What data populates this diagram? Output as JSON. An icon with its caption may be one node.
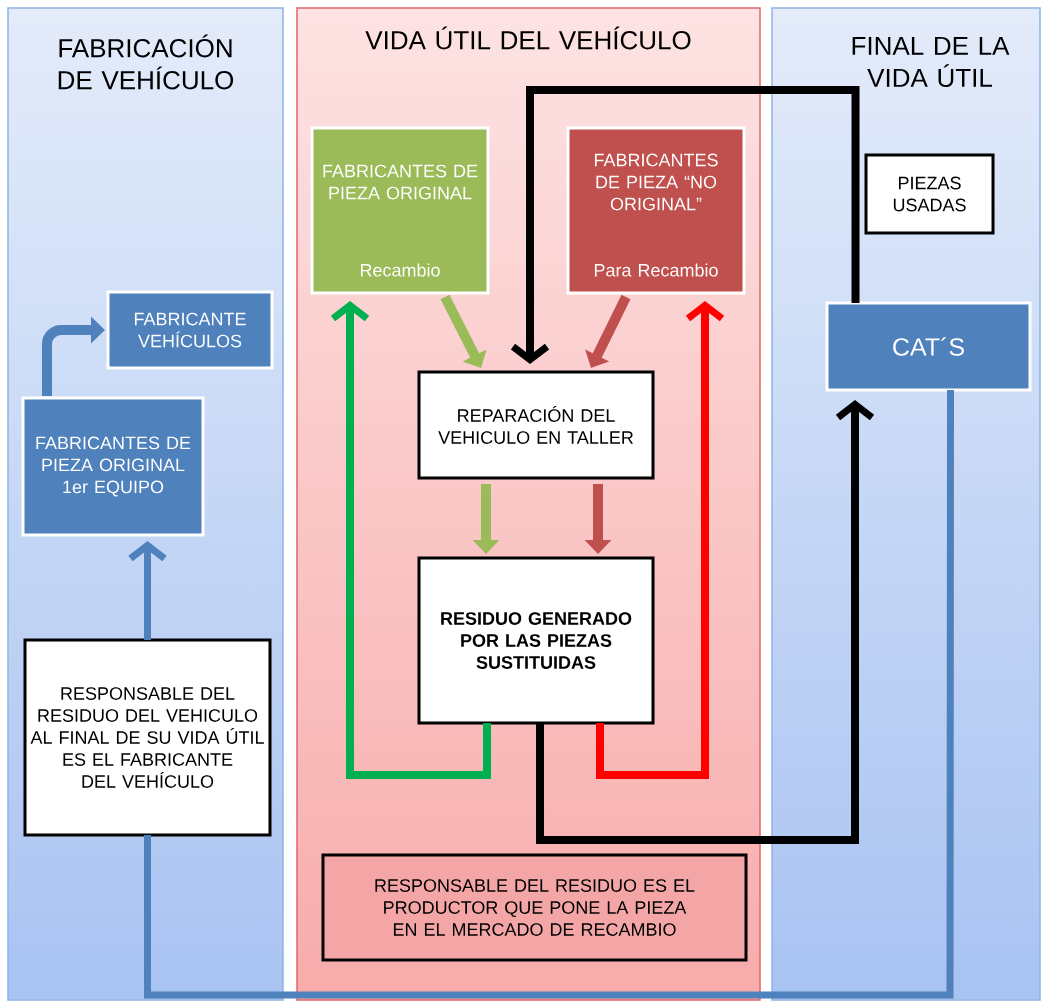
{
  "diagram": {
    "nodes": [
      {
        "text": [
          "FABRICACIÓN DE VEHÍCULO"
        ]
      },
      {
        "text": [
          "VIDA ÚTIL DEL VEHÍCULO"
        ]
      },
      {
        "text": [
          "FINAL DE LA VIDA ÚTIL"
        ]
      },
      {
        "text": [
          "FABRICANTE VEHÍCULOS"
        ],
        "in": 0
      },
      {
        "text": [
          "FABRICANTES DE PIEZA ORIGINAL 1er EQUIPO"
        ],
        "in": 0
      },
      {
        "text": [
          "RESPONSABLE DEL RESIDUO DEL VEHICULO AL FINAL DE SU VIDA ÚTIL ES EL FABRICANTE DEL VEHÍCULO"
        ],
        "in": 0
      },
      {
        "text": [
          "FABRICANTES DE PIEZA ORIGINAL",
          "Recambio"
        ],
        "in": 1
      },
      {
        "text": [
          "FABRICANTES DE PIEZA “NO ORIGINAL”",
          "Para Recambio"
        ],
        "in": 1
      },
      {
        "text": [
          "REPARACIÓN DEL VEHICULO EN TALLER"
        ],
        "in": 1
      },
      {
        "text": [
          "RESIDUO GENERADO POR LAS PIEZAS SUSTITUIDAS"
        ],
        "in": 1
      },
      {
        "text": [
          "RESPONSABLE DEL RESIDUO ES EL PRODUCTOR QUE PONE LA PIEZA EN EL MERCADO DE RECAMBIO"
        ],
        "in": 1
      },
      {
        "text": [
          "PIEZAS USADAS"
        ],
        "in": 2
      },
      {
        "text": [
          "CAT´S"
        ],
        "in": 2
      }
    ],
    "edges": [
      {
        "from": 4,
        "to": 3,
        "arrow": "to",
        "color": "#4f81bd"
      },
      {
        "from": 5,
        "to": 4,
        "arrow": "to",
        "color": "#4f81bd"
      },
      {
        "from": 6,
        "to": 8,
        "arrow": "to",
        "color": "#9bbb59"
      },
      {
        "from": 7,
        "to": 8,
        "arrow": "to",
        "color": "#c0504d"
      },
      {
        "from": 8,
        "to": 9,
        "arrow": "to",
        "color": "#9bbb59"
      },
      {
        "from": 8,
        "to": 9,
        "arrow": "to",
        "color": "#c0504d"
      },
      {
        "from": 9,
        "to": 6,
        "arrow": "to",
        "color": "#00b050"
      },
      {
        "from": 9,
        "to": 7,
        "arrow": "to",
        "color": "#ff0000"
      },
      {
        "from": 9,
        "to": 12,
        "arrow": "to",
        "color": "#000000"
      },
      {
        "from": 12,
        "to": 8,
        "arrow": "to",
        "color": "#000000"
      },
      {
        "from": 12,
        "to": 5,
        "arrow": "none",
        "color": "#4f81bd"
      }
    ]
  }
}
